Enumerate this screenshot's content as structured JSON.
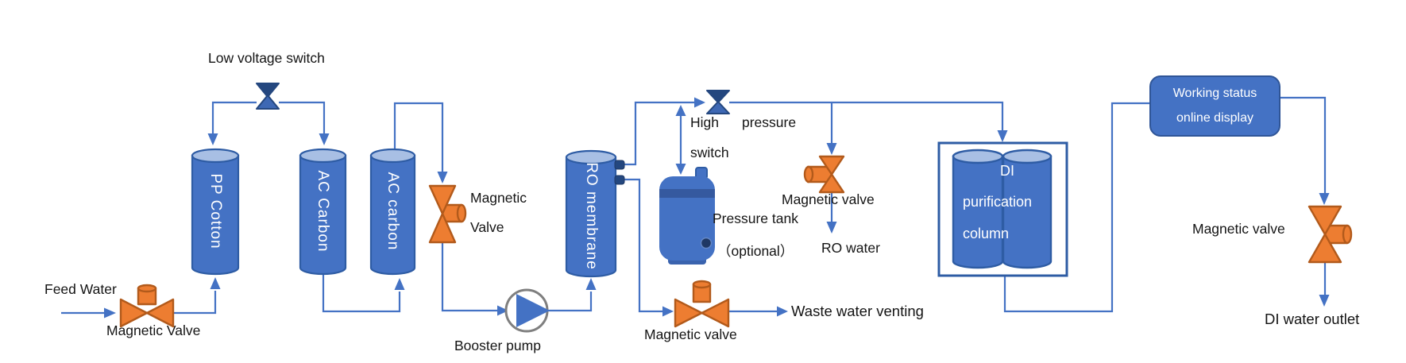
{
  "colors": {
    "pipe_blue": "#4472C4",
    "outline_blue": "#2E5CA4",
    "switch_navy": "#24477F",
    "switch_light": "#3E68B4",
    "cylinder_blue": "#4472C4",
    "cylinder_top_blue": "#A8BFE4",
    "valve_orange": "#ED7D31",
    "valve_orange_border": "#B25A1B",
    "pump_border_gray": "#7F7F7F",
    "tank_band_blue": "#35599F",
    "label_black": "#141414",
    "label_white": "#FFFFFF"
  },
  "flow": {
    "feed_water": "Feed Water",
    "feed_valve": "Magnetic Valve",
    "low_voltage_switch": "Low voltage switch",
    "pp_cotton": "PP Cotton",
    "ac_carbon_1": "AC Carbon",
    "ac_carbon_2": "AC carbon",
    "boost_valve": {
      "line1": "Magnetic",
      "line2": "Valve"
    },
    "booster_pump": "Booster pump",
    "ro_membrane": "RO membrane",
    "high_pressure_switch": {
      "word1": "High",
      "word2": "pressure",
      "word3": "switch"
    },
    "pressure_tank": {
      "name": "Pressure tank",
      "note": "（optional）"
    },
    "ro_branch": {
      "valve": "Magnetic valve",
      "output": "RO water"
    },
    "waste_branch": {
      "valve": "Magnetic valve",
      "output": "Waste water venting"
    },
    "di_column": {
      "line1": "DI",
      "line2": "purification",
      "line3": "column"
    },
    "working_status": {
      "line1": "Working status",
      "line2": "online display"
    },
    "outlet": {
      "valve": "Magnetic valve",
      "output": "DI water outlet"
    }
  }
}
